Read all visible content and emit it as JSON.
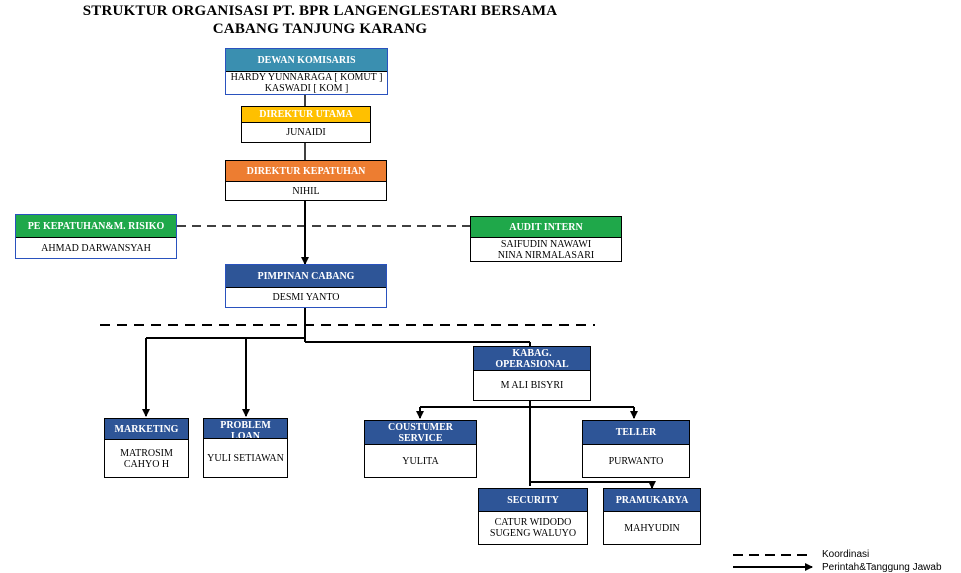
{
  "title": {
    "line1": "STRUKTUR ORGANISASI PT. BPR LANGENGLESTARI BERSAMA",
    "line2": "CABANG TANJUNG KARANG"
  },
  "colors": {
    "teal": "#3a8fb0",
    "yellow": "#ffc000",
    "orange": "#ed7d31",
    "green": "#1fa84a",
    "navy": "#2e5597"
  },
  "boxes": {
    "dewan_komisaris": {
      "header": "DEWAN KOMISARIS",
      "lines": [
        "HARDY YUNNARAGA [ KOMUT ]",
        "KASWADI [ KOM ]"
      ]
    },
    "direktur_utama": {
      "header": "DIREKTUR UTAMA",
      "lines": [
        "JUNAIDI"
      ]
    },
    "direktur_kepatuhan": {
      "header": "DIREKTUR KEPATUHAN",
      "lines": [
        "NIHIL"
      ]
    },
    "pe_kepatuhan": {
      "header": "PE KEPATUHAN&M. RISIKO",
      "lines": [
        "AHMAD DARWANSYAH"
      ]
    },
    "audit_intern": {
      "header": "AUDIT INTERN",
      "lines": [
        "SAIFUDIN NAWAWI",
        "NINA NIRMALASARI"
      ]
    },
    "pimpinan_cabang": {
      "header": "PIMPINAN CABANG",
      "lines": [
        "DESMI YANTO"
      ]
    },
    "kabag_operasional": {
      "header": "KABAG. OPERASIONAL",
      "lines": [
        "M ALI BISYRI"
      ]
    },
    "marketing": {
      "header": "MARKETING",
      "lines": [
        "MATROSIM",
        "CAHYO H"
      ]
    },
    "problem_loan": {
      "header": "PROBLEM LOAN",
      "lines": [
        "YULI SETIAWAN"
      ]
    },
    "customer_service": {
      "header": "COUSTUMER SERVICE",
      "lines": [
        "YULITA"
      ]
    },
    "teller": {
      "header": "TELLER",
      "lines": [
        "PURWANTO"
      ]
    },
    "security": {
      "header": "SECURITY",
      "lines": [
        "CATUR WIDODO",
        "SUGENG WALUYO"
      ]
    },
    "pramukarya": {
      "header": "PRAMUKARYA",
      "lines": [
        "MAHYUDIN"
      ]
    }
  },
  "legend": {
    "dashed": "Koordinasi",
    "solid": "Perintah&Tanggung Jawab"
  }
}
